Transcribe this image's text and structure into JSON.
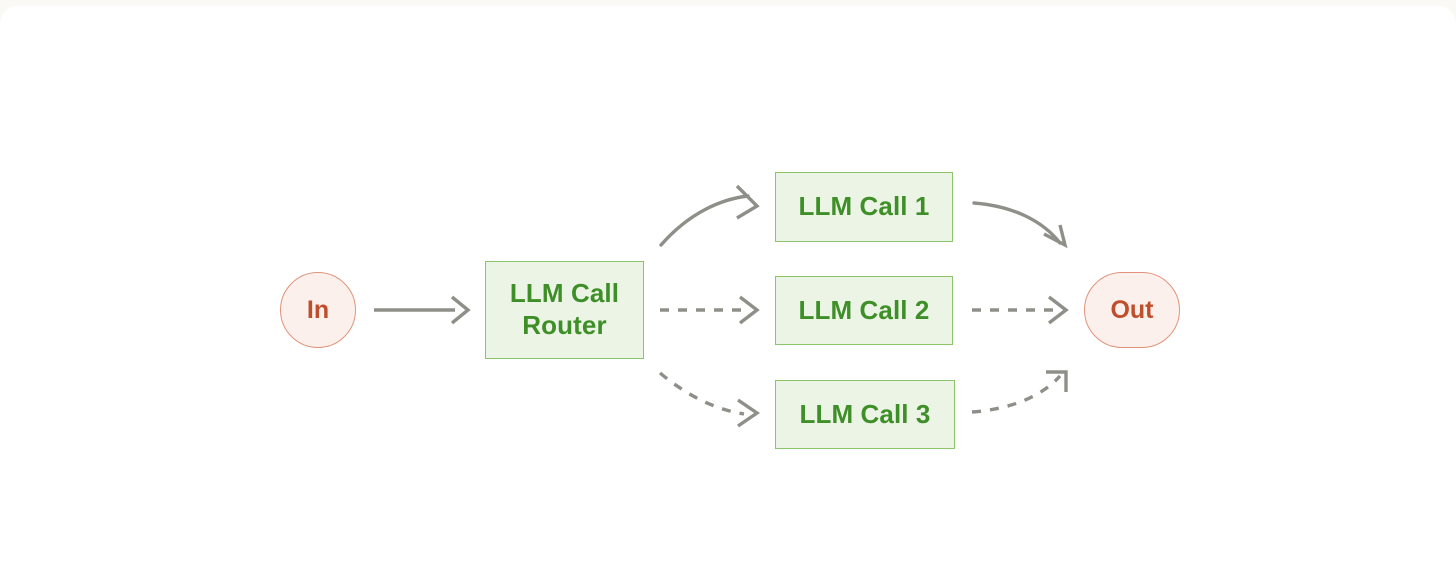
{
  "diagram": {
    "title": "LLM Call Router flow",
    "type": "flowchart",
    "background_color": "#ffffff",
    "page_edge_color": "#fbf9f6",
    "palette": {
      "process_fill": "#ecf4e6",
      "process_border": "#8bc46a",
      "process_text": "#3f8f28",
      "terminal_fill": "#fcf0ec",
      "terminal_border": "#e0937a",
      "terminal_text": "#bf4f2c",
      "edge_color": "#8f8f8a"
    },
    "nodes": [
      {
        "id": "in",
        "label": "In",
        "shape": "circle",
        "role": "terminal"
      },
      {
        "id": "router",
        "label": "LLM Call\nRouter",
        "shape": "rectangle",
        "role": "process"
      },
      {
        "id": "call-1",
        "label": "LLM Call 1",
        "shape": "rectangle",
        "role": "process"
      },
      {
        "id": "call-2",
        "label": "LLM Call 2",
        "shape": "rectangle",
        "role": "process"
      },
      {
        "id": "call-3",
        "label": "LLM Call 3",
        "shape": "rectangle",
        "role": "process"
      },
      {
        "id": "out",
        "label": "Out",
        "shape": "stadium",
        "role": "terminal"
      }
    ],
    "edges": [
      {
        "id": "in-to-router",
        "from": "in",
        "to": "router",
        "style": "solid",
        "shape": "straight",
        "arrow": "end"
      },
      {
        "id": "router-to-call-1",
        "from": "router",
        "to": "call-1",
        "style": "solid",
        "shape": "curved",
        "arrow": "end"
      },
      {
        "id": "router-to-call-2",
        "from": "router",
        "to": "call-2",
        "style": "dashed",
        "shape": "straight",
        "arrow": "end"
      },
      {
        "id": "router-to-call-3",
        "from": "router",
        "to": "call-3",
        "style": "dashed",
        "shape": "curved",
        "arrow": "end"
      },
      {
        "id": "call-1-to-out",
        "from": "call-1",
        "to": "out",
        "style": "solid",
        "shape": "curved",
        "arrow": "end"
      },
      {
        "id": "call-2-to-out",
        "from": "call-2",
        "to": "out",
        "style": "dashed",
        "shape": "straight",
        "arrow": "end"
      },
      {
        "id": "call-3-to-out",
        "from": "call-3",
        "to": "out",
        "style": "dashed",
        "shape": "curved",
        "arrow": "end"
      }
    ]
  }
}
